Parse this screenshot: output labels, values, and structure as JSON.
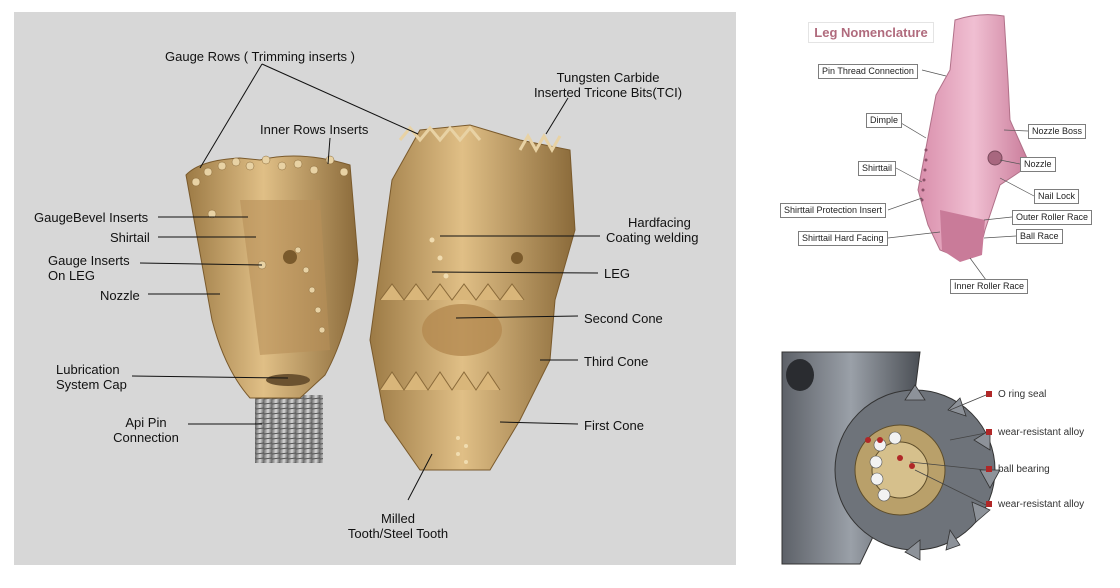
{
  "main_labels": {
    "gauge_rows": "Gauge Rows ( Trimming inserts )",
    "inner_rows": "Inner Rows Inserts",
    "tci_line1": "Tungsten Carbide",
    "tci_line2": "Inserted Tricone Bits(TCI)",
    "gauge_bevel": "GaugeBevel Inserts",
    "shirtail": "Shirtail",
    "gauge_inserts_line1": "Gauge Inserts",
    "gauge_inserts_line2": "On LEG",
    "nozzle": "Nozzle",
    "lubrication_line1": "Lubrication",
    "lubrication_line2": "System Cap",
    "api_pin_line1": "Api Pin",
    "api_pin_line2": "Connection",
    "hardfacing_line1": "Hardfacing",
    "hardfacing_line2": "Coating welding",
    "leg": "LEG",
    "second_cone": "Second Cone",
    "third_cone": "Third Cone",
    "first_cone": "First Cone",
    "milled_line1": "Milled",
    "milled_line2": "Tooth/Steel Tooth"
  },
  "leg_nomenclature": {
    "title": "Leg Nomenclature",
    "pin_thread": "Pin Thread Connection",
    "dimple": "Dimple",
    "nozzle_boss": "Nozzle Boss",
    "nozzle": "Nozzle",
    "shirttail": "Shirttail",
    "nail_lock": "Nail Lock",
    "shirttail_protection": "Shirttail Protection Insert",
    "outer_roller_race": "Outer Roller Race",
    "shirttail_hard_facing": "Shirttail Hard Facing",
    "ball_race": "Ball Race",
    "inner_roller_race": "Inner Roller Race"
  },
  "cone_section": {
    "o_ring": "O ring seal",
    "wear_alloy_1": "wear-resistant alloy",
    "ball_bearing": "ball bearing",
    "wear_alloy_2": "wear-resistant alloy"
  },
  "colors": {
    "panel_bg": "#d7d7d7",
    "bit_gold": "#c9a46a",
    "leg_pink": "#e6a6bf",
    "title_pink": "#b06b7d",
    "marker_red": "#b02727"
  }
}
